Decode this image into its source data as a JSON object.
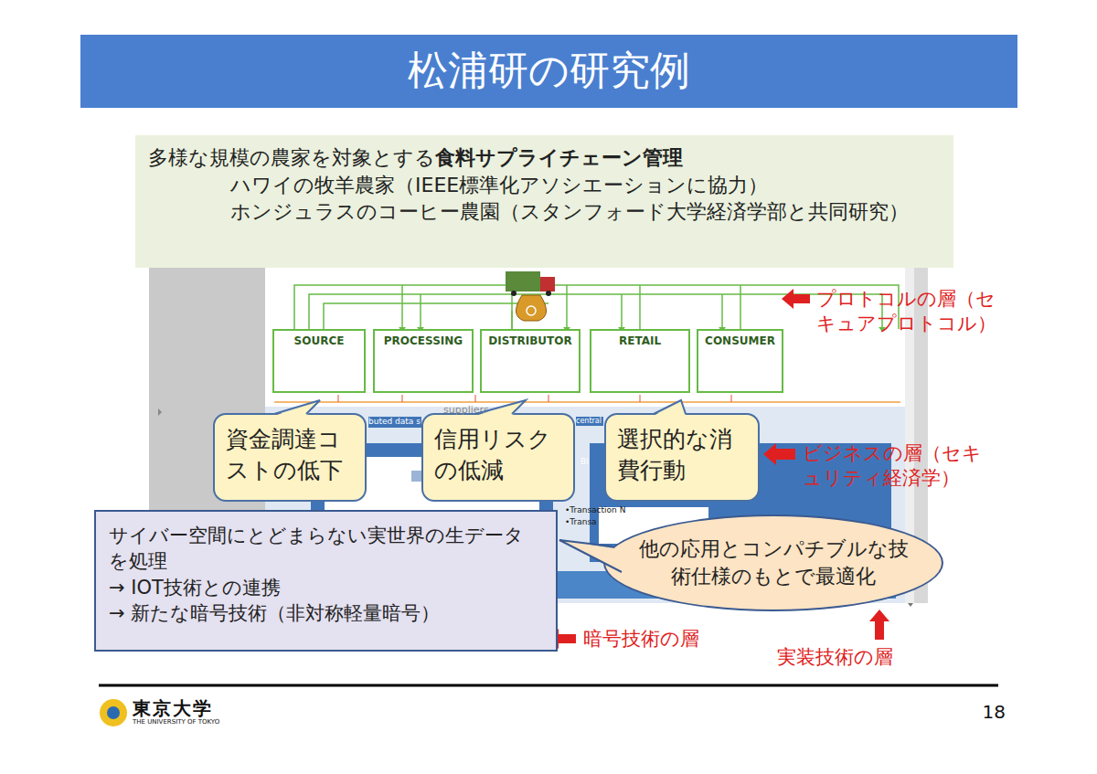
{
  "diagram": {
    "title": "松浦研の研究例",
    "nodes": [
      {
        "text": [
          "多様な規模の農家を対象とする",
          "食料サプライチェーン管理",
          "ハワイの牧羊農家（IEEE標準化アソシエーションに協力）",
          "ホンジュラスのコーヒー農園（スタンフォード大学経済学部と共同研究）"
        ]
      },
      {
        "text": [
          "SOURCE"
        ]
      },
      {
        "text": [
          "PROCESSING"
        ]
      },
      {
        "text": [
          "DISTRIBUTOR"
        ]
      },
      {
        "text": [
          "RETAIL"
        ]
      },
      {
        "text": [
          "CONSUMER"
        ]
      },
      {
        "text": [
          "資金調達コストの低下"
        ]
      },
      {
        "text": [
          "信用リスクの低減"
        ]
      },
      {
        "text": [
          "選択的な消費行動"
        ]
      },
      {
        "text": [
          "サイバー空間にとどまらない実世界の生データを処理",
          "→ IOT技術との連携",
          "→ 新たな暗号技術（非対称軽量暗号）"
        ]
      },
      {
        "text": [
          "他の応用とコンパチブルな技術仕様のもとで最適化"
        ]
      }
    ],
    "labels": [
      "プロトコルの層（セキュアプロトコル）",
      "ビジネスの層（セキュリティ経済学）",
      "暗号技術の層",
      "実装技術の層",
      "suppliers",
      "buted data s",
      "central",
      "Bl",
      "•Transaction N",
      "•Transa",
      "東京大学",
      "THE UNIVERSITY OF TOKYO",
      "18"
    ]
  }
}
